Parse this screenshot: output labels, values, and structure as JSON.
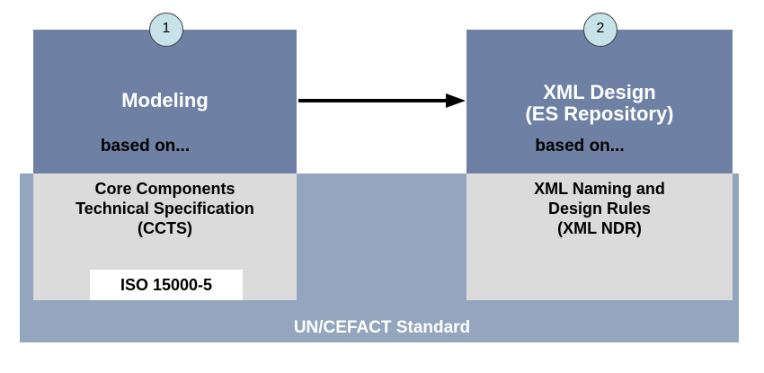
{
  "diagram": {
    "colors": {
      "process_box": "#6E81A4",
      "band": "#93A6BE",
      "standards_box": "#DBDBDB",
      "circle_fill": "#C7E3E9",
      "circle_border": "#3F3F3F",
      "arrow": "#000000",
      "iso_badge_bg": "#FFFFFF",
      "title_text": "#FFFFFF",
      "body_text": "#000000"
    },
    "steps": [
      {
        "number": "1",
        "title_line1": "Modeling",
        "based_on": "based on...",
        "detail_line1": "Core Components",
        "detail_line2": "Technical Specification",
        "detail_line3": "(CCTS)",
        "badge": "ISO 15000-5"
      },
      {
        "number": "2",
        "title_line1": "XML Design",
        "title_line2": "(ES Repository)",
        "based_on": "based on...",
        "detail_line1": "XML Naming and",
        "detail_line2": "Design Rules",
        "detail_line3": "(XML NDR)"
      }
    ],
    "band_label": "UN/CEFACT Standard"
  }
}
